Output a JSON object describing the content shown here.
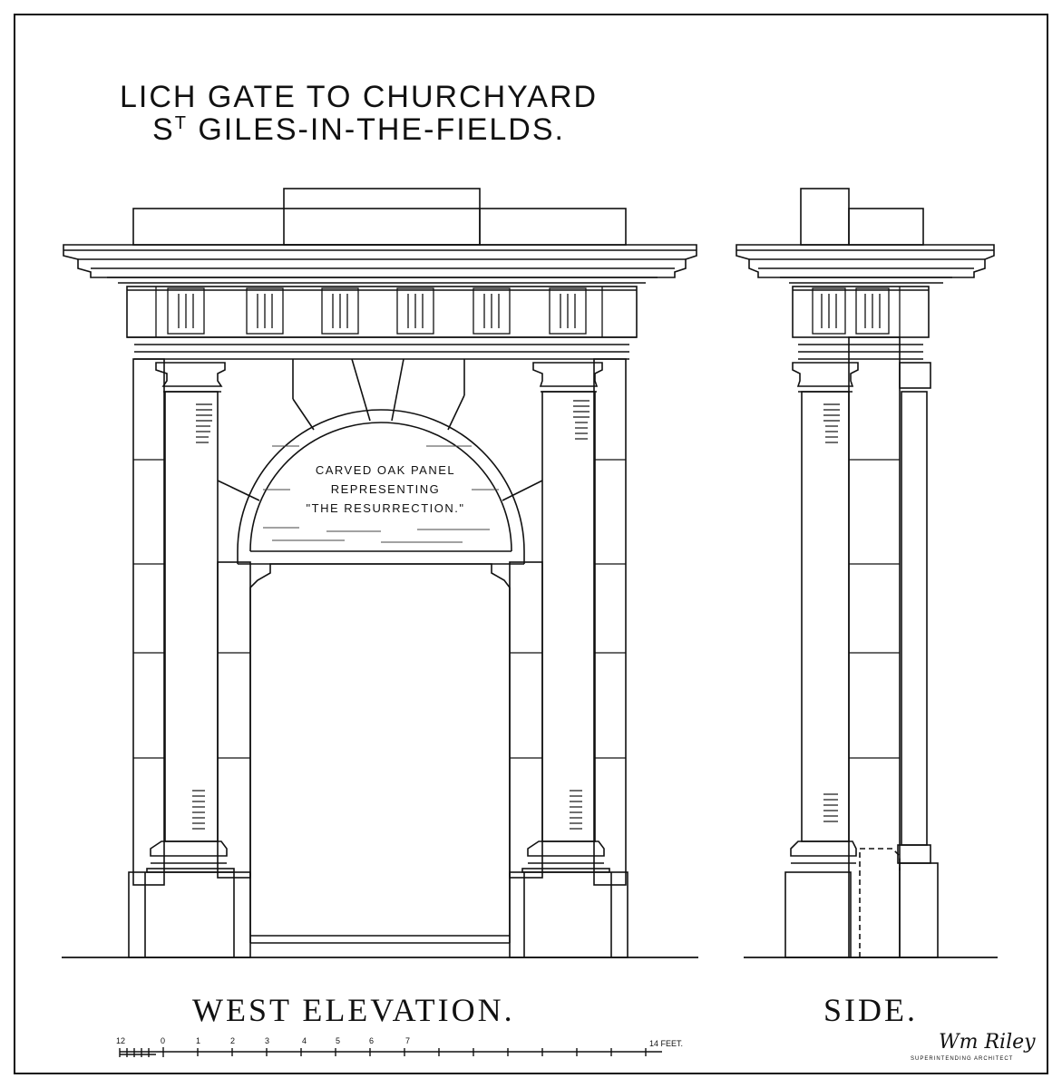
{
  "title": {
    "line1": "LICH GATE TO CHURCHYARD",
    "line2_prefix": "S",
    "line2_sup": "T",
    "line2_rest": " GILES-IN-THE-FIELDS."
  },
  "panel": {
    "line1": "CARVED OAK PANEL",
    "line2": "REPRESENTING",
    "line3": "\"THE RESURRECTION.\""
  },
  "captions": {
    "west": "WEST ELEVATION.",
    "side": "SIDE."
  },
  "scale": {
    "labels": [
      "12",
      "0",
      "1",
      "2",
      "3",
      "4",
      "5",
      "6",
      "7"
    ],
    "end_label": "14 FEET."
  },
  "signature": {
    "name": "Wm Riley",
    "title": "SUPERINTENDING ARCHITECT"
  }
}
